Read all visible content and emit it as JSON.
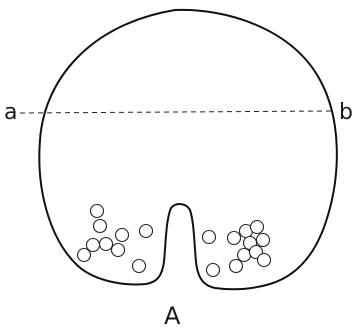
{
  "labels": {
    "left": "a",
    "right": "b",
    "figure": "A"
  },
  "colors": {
    "line": "#111111",
    "background": "#ffffff"
  }
}
